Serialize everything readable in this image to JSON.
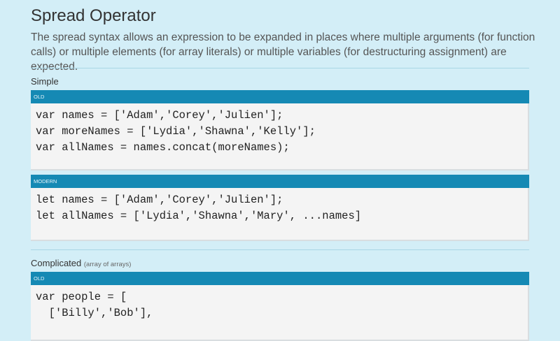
{
  "title": "Spread Operator",
  "description": "The spread syntax allows an expression to be expanded in places where multiple arguments (for function calls) or multiple elements (for array literals) or multiple variables (for destructuring assignment) are expected.",
  "sections": [
    {
      "heading": "Simple",
      "note": "",
      "blocks": [
        {
          "label": "OLD",
          "code": "var names = ['Adam','Corey','Julien'];\nvar moreNames = ['Lydia','Shawna','Kelly'];\nvar allNames = names.concat(moreNames);"
        },
        {
          "label": "MODERN",
          "code": "let names = ['Adam','Corey','Julien'];\nlet allNames = ['Lydia','Shawna','Mary', ...names]"
        }
      ]
    },
    {
      "heading": "Complicated",
      "note": "(array of arrays)",
      "blocks": [
        {
          "label": "OLD",
          "code": "var people = [\n  ['Billy','Bob'],"
        }
      ]
    }
  ],
  "colors": {
    "background": "#d3eef7",
    "label_bar": "#1589b4",
    "code_background": "#f4f4f4"
  }
}
